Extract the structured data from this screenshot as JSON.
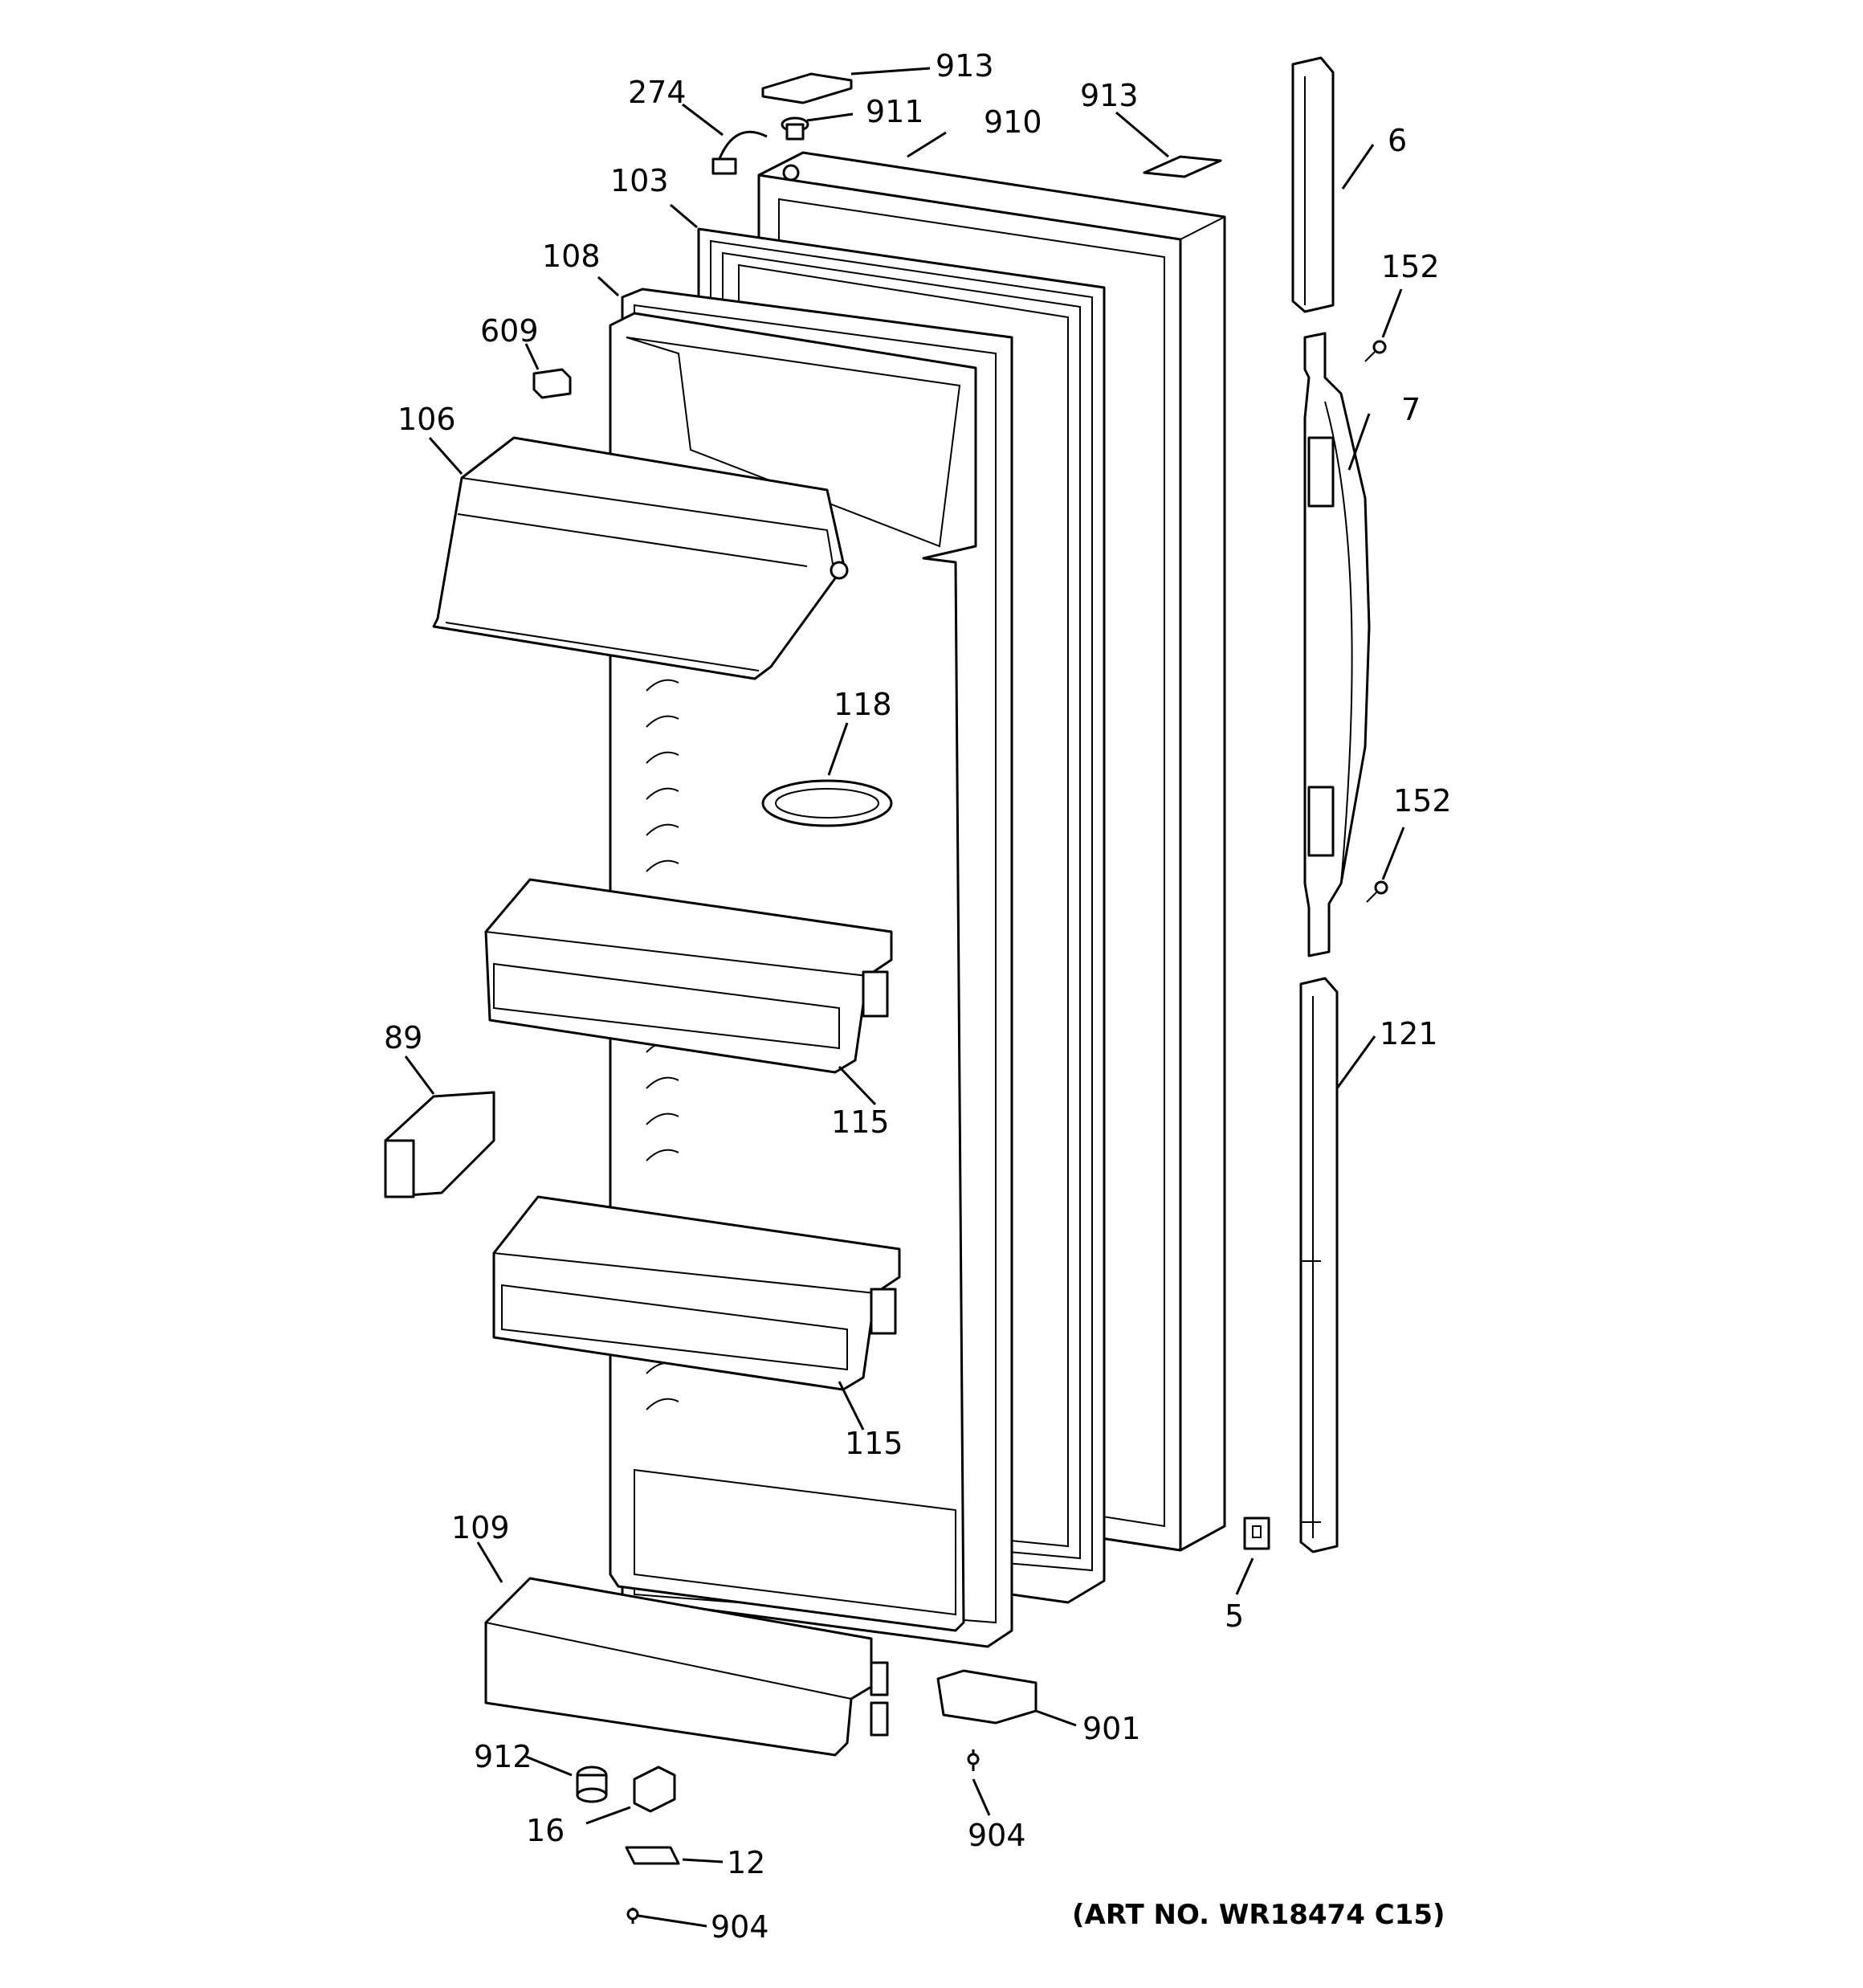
{
  "diagram": {
    "art_number": "(ART NO. WR18474 C15)",
    "callouts": {
      "c913_top": "913",
      "c911": "911",
      "c274": "274",
      "c910": "910",
      "c913_right": "913",
      "c6": "6",
      "c103": "103",
      "c108": "108",
      "c152_top": "152",
      "c609": "609",
      "c7": "7",
      "c106": "106",
      "c118": "118",
      "c152_bottom": "152",
      "c121": "121",
      "c89": "89",
      "c115_top": "115",
      "c115_bottom": "115",
      "c109": "109",
      "c5": "5",
      "c901": "901",
      "c912": "912",
      "c16": "16",
      "c904_mid": "904",
      "c12": "12",
      "c904_bottom": "904"
    }
  }
}
